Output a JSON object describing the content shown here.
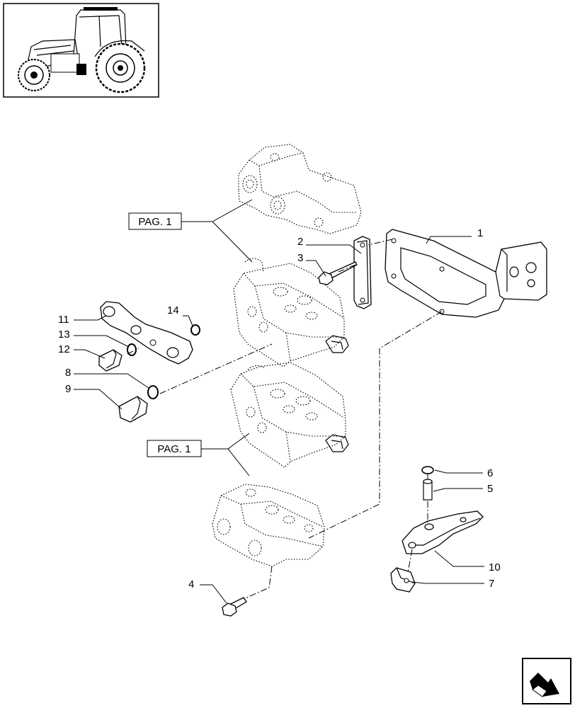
{
  "pag_ref_top": "PAG. 1",
  "pag_ref_bottom": "PAG. 1",
  "callouts": [
    {
      "id": "1",
      "text": "1"
    },
    {
      "id": "2",
      "text": "2"
    },
    {
      "id": "3",
      "text": "3"
    },
    {
      "id": "4",
      "text": "4"
    },
    {
      "id": "5",
      "text": "5"
    },
    {
      "id": "6",
      "text": "6"
    },
    {
      "id": "7",
      "text": "7"
    },
    {
      "id": "8",
      "text": "8"
    },
    {
      "id": "9",
      "text": "9"
    },
    {
      "id": "10",
      "text": "10"
    },
    {
      "id": "11",
      "text": "11"
    },
    {
      "id": "12",
      "text": "12"
    },
    {
      "id": "13",
      "text": "13"
    },
    {
      "id": "14",
      "text": "14"
    }
  ],
  "icons": {
    "thumbnail": "tractor-thumbnail-icon",
    "navigation": "next-page-arrow-icon"
  }
}
